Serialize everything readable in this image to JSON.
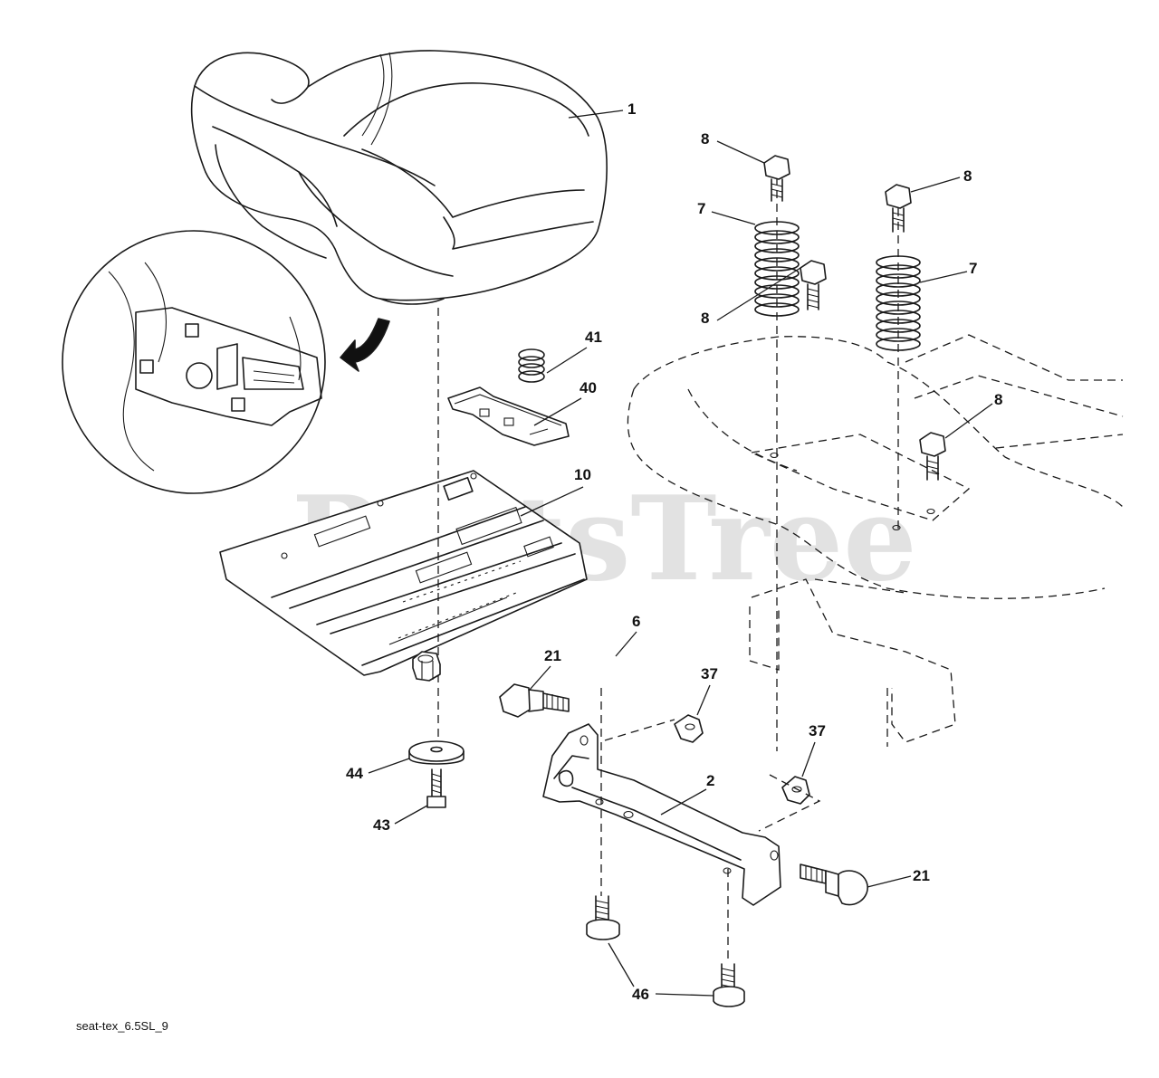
{
  "watermark": "PartsTree",
  "caption": "seat-tex_6.5SL_9",
  "callouts": {
    "seat": "1",
    "seat_bolt_top_left": "8",
    "seat_bolt_top_right": "8",
    "spring_left": "7",
    "spring_right": "7",
    "seat_bolt_mid_left": "8",
    "seat_bolt_mid_right": "8",
    "small_spring": "41",
    "clip": "40",
    "seat_plate": "10",
    "nut": "6",
    "shoulder_bolt_left": "21",
    "spacer_upper": "37",
    "spacer_lower": "37",
    "bracket": "2",
    "shoulder_bolt_right": "21",
    "washer": "44",
    "screw": "43",
    "bolts_bottom": "46"
  }
}
